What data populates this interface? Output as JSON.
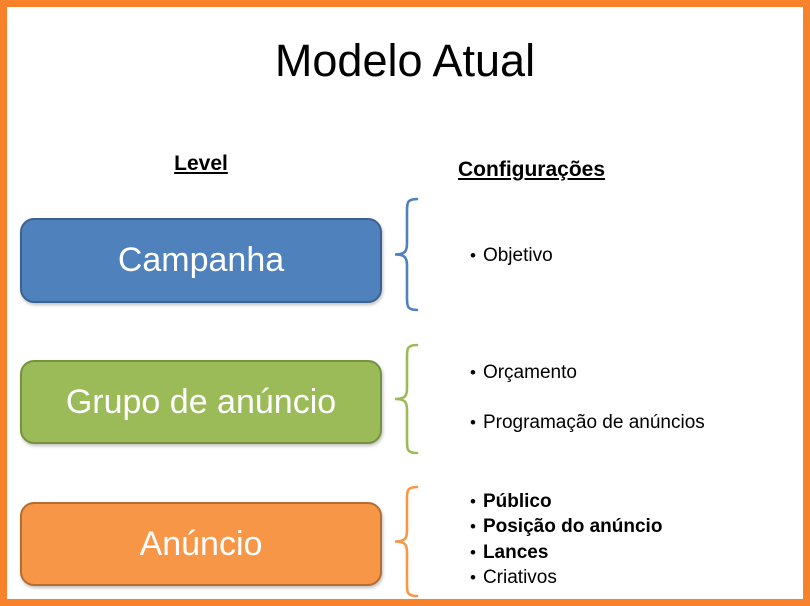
{
  "title": "Modelo Atual",
  "bullet_char": "•",
  "frame_color": "#F8822B",
  "headers": {
    "level": "Level",
    "configurations": "Configurações"
  },
  "levels": [
    {
      "name": "Campanha",
      "fill": "#4F81BD",
      "border": "#3A6293",
      "brace": "#4F81BD",
      "configs": [
        {
          "label": "Objetivo",
          "bold": false
        }
      ]
    },
    {
      "name": "Grupo de anúncio",
      "fill": "#9BBB59",
      "border": "#77923F",
      "brace": "#9BBB59",
      "configs": [
        {
          "label": "Orçamento",
          "bold": false
        },
        {
          "label": "Programação de anúncios",
          "bold": false
        }
      ]
    },
    {
      "name": "Anúncio",
      "fill": "#F79646",
      "border": "#B66D31",
      "brace": "#F79646",
      "configs": [
        {
          "label": "Público",
          "bold": true
        },
        {
          "label": "Posição do anúncio",
          "bold": true
        },
        {
          "label": "Lances",
          "bold": true
        },
        {
          "label": "Criativos",
          "bold": false
        }
      ]
    }
  ]
}
